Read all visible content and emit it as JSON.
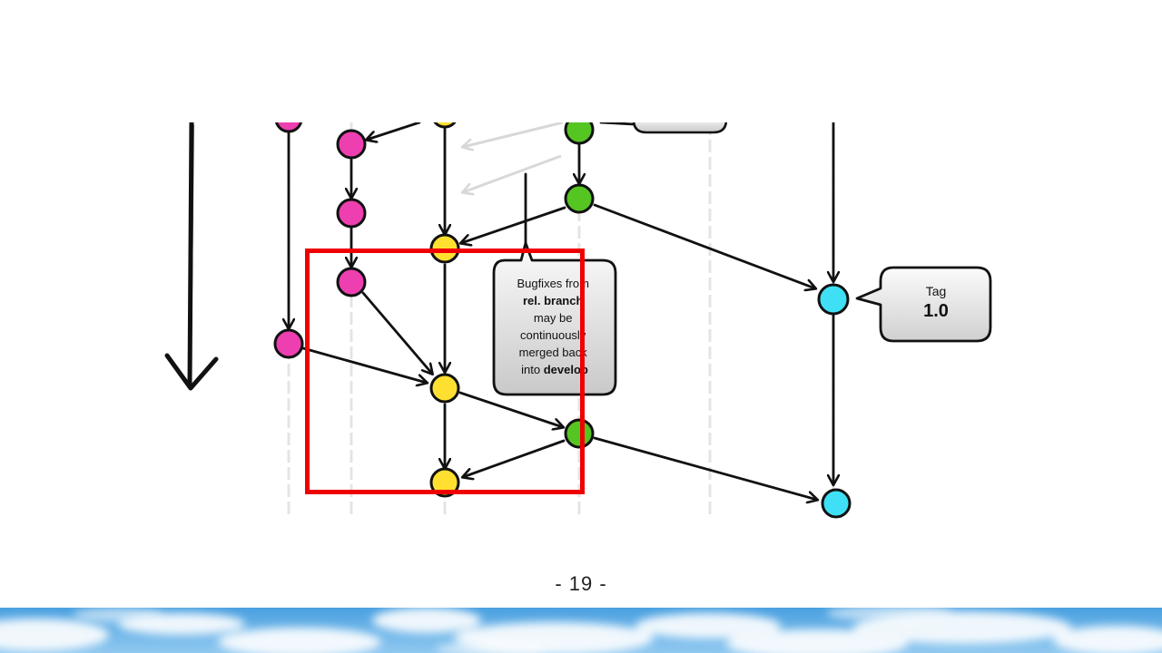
{
  "slide": {
    "page_number": "- 19 -"
  },
  "diagram": {
    "callout_bugfix": {
      "lines": [
        {
          "normal": "Bugfixes from",
          "bold": ""
        },
        {
          "normal": "",
          "bold": "rel. branch"
        },
        {
          "normal": "may be",
          "bold": ""
        },
        {
          "normal": "continuously",
          "bold": ""
        },
        {
          "normal": "merged back",
          "bold": ""
        },
        {
          "normal": "into ",
          "bold": "develop"
        }
      ]
    },
    "callout_tag": {
      "label": "Tag",
      "value": "1.0"
    },
    "colors": {
      "feature_branch": "#ee3fb0",
      "develop": "#ffe030",
      "release_branch": "#55c522",
      "master": "#3fe0f5",
      "highlight_box": "#ee0000",
      "stroke": "#111111"
    }
  }
}
